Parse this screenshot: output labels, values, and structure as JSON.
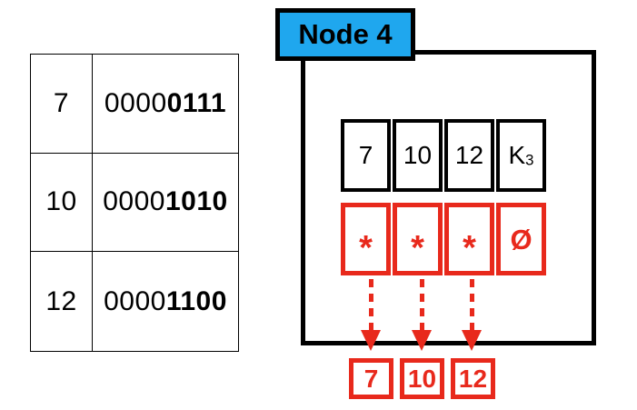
{
  "colors": {
    "node_title_blue": "#1FA7EE",
    "pointer_red": "#E8291C",
    "outline_black": "#000000"
  },
  "binary_table": {
    "rows": [
      {
        "decimal": "7",
        "prefix": "0000",
        "suffix": "0111"
      },
      {
        "decimal": "10",
        "prefix": "0000",
        "suffix": "1010"
      },
      {
        "decimal": "12",
        "prefix": "0000",
        "suffix": "1100"
      }
    ]
  },
  "node": {
    "label": "Node 4",
    "keys": [
      "7",
      "10",
      "12"
    ],
    "key_k": {
      "base": "K",
      "sub": "3"
    },
    "pointers": [
      "*",
      "*",
      "*",
      "Ø"
    ]
  },
  "leaves": [
    "7",
    "10",
    "12"
  ]
}
